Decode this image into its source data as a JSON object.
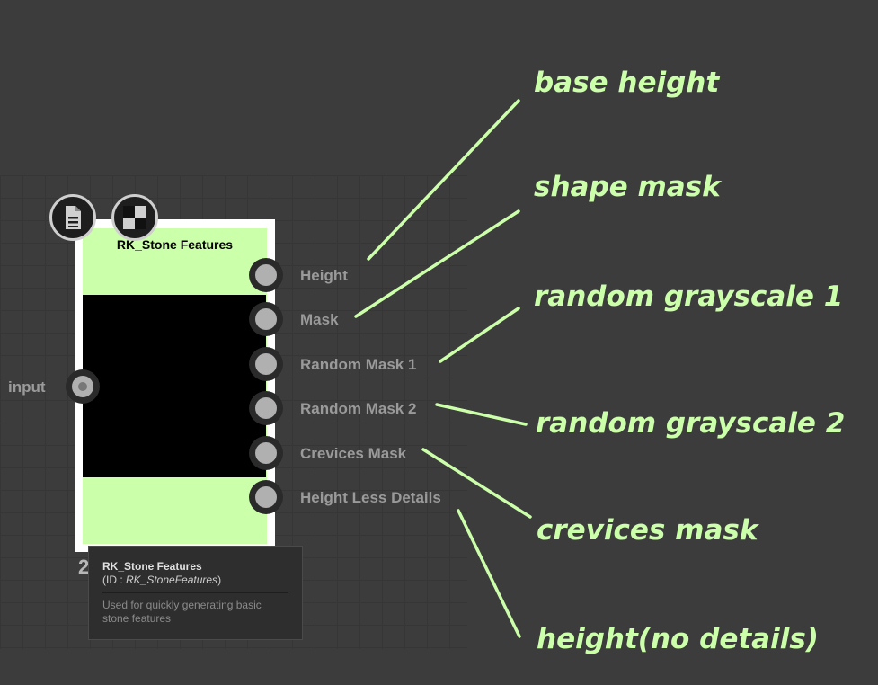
{
  "node": {
    "title": "RK_Stone Features",
    "index": "2",
    "input_label": "input",
    "outputs": [
      "Height",
      "Mask",
      "Random Mask 1",
      "Random Mask 2",
      "Crevices Mask",
      "Height Less Details"
    ],
    "icons": [
      "document-list-icon",
      "checker-icon"
    ]
  },
  "tooltip": {
    "title": "RK_Stone Features",
    "id_prefix": "(ID : ",
    "id": "RK_StoneFeatures",
    "id_suffix": ")",
    "description": "Used for quickly generating basic stone features"
  },
  "annotations": [
    "base height",
    "shape mask",
    "random grayscale 1",
    "random grayscale 2",
    "crevices mask",
    "height(no details)"
  ],
  "colors": {
    "annotation": "#ccffaa",
    "node": "#ccffaa"
  }
}
